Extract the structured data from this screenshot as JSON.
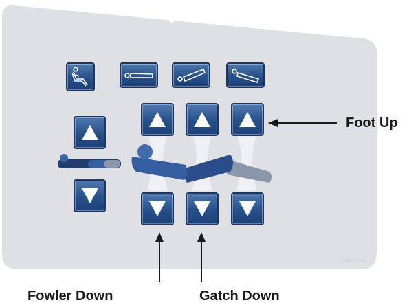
{
  "control_panel": {
    "position_buttons": [
      {
        "name": "chair-position-button",
        "icon": "chair-position-icon"
      },
      {
        "name": "flat-position-button",
        "icon": "flat-bed-icon"
      },
      {
        "name": "trendelenburg-button",
        "icon": "trendelenburg-icon"
      },
      {
        "name": "reverse-trendelenburg-button",
        "icon": "reverse-trendelenburg-icon"
      }
    ],
    "bed_height": {
      "up_icon": "triangle-up-icon",
      "down_icon": "triangle-down-icon"
    },
    "sections": [
      "fowler",
      "gatch",
      "foot"
    ],
    "panel_code": "09021-0000"
  },
  "callouts": {
    "foot_up": "Foot Up",
    "fowler_down": "Fowler Down",
    "gatch_down": "Gatch Down"
  },
  "colors": {
    "panel": "#dfe0e3",
    "button": "#27508a",
    "body_dark": "#2a4c89",
    "body_mid": "#345ea0",
    "body_light": "#8b96ab"
  }
}
